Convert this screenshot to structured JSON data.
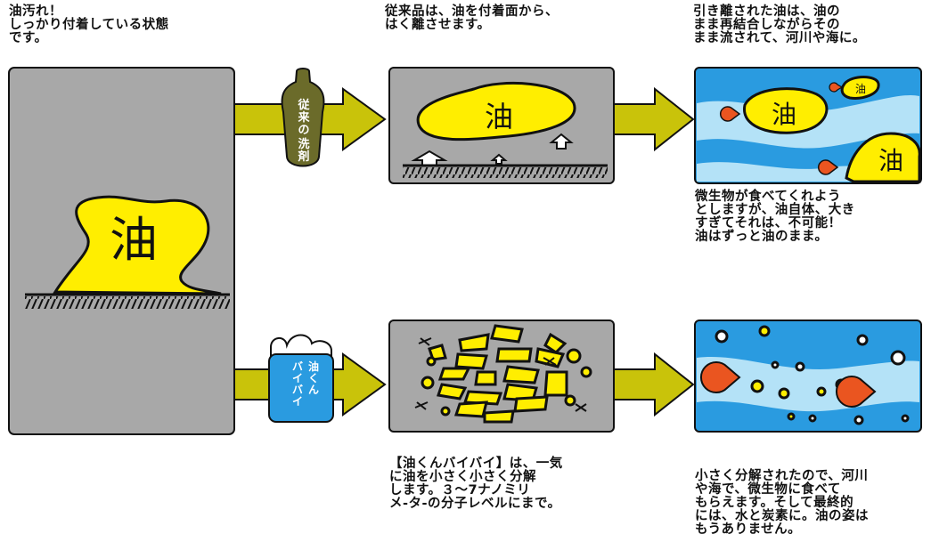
{
  "texts": {
    "intro": "油汚れ！\nしっかり付着している状態\nです。",
    "conventional": "従来品は、油を付着面から、\nはく離させます。",
    "separated": "引き離された油は、油の\nまま再結合しながらその\nまま流されて、河川や海に。",
    "microbes_fail": "微生物が食べてくれよう\nとしますが、油自体、大き\nすぎてそれは、不可能！\n油はずっと油のまま。",
    "product": "【油くんバイバイ】は、一気\nに油を小さく小さく分解\nします。３～7ナノミリ\nメ-タ-の分子レベルにまで。",
    "microbes_success": "小さく分解されたので、河川\nや海で、微生物に食べて\nもらえます。そして最終的\nには、水と炭素に。油の姿は\nもうありません。"
  },
  "labels": {
    "oil": "油",
    "bottle_top": "従来の",
    "bottle_bottom": "洗剤",
    "product_top": "油くん",
    "product_bottom": "バイバイ"
  },
  "colors": {
    "oil": "#ffee00",
    "arrow": "#c9c30a",
    "panel": "#a8a8a8",
    "water_deep": "#2a9be0",
    "water_light": "#b4e2f7",
    "microbe": "#ea5520",
    "bottle": "#6b6b2a"
  }
}
